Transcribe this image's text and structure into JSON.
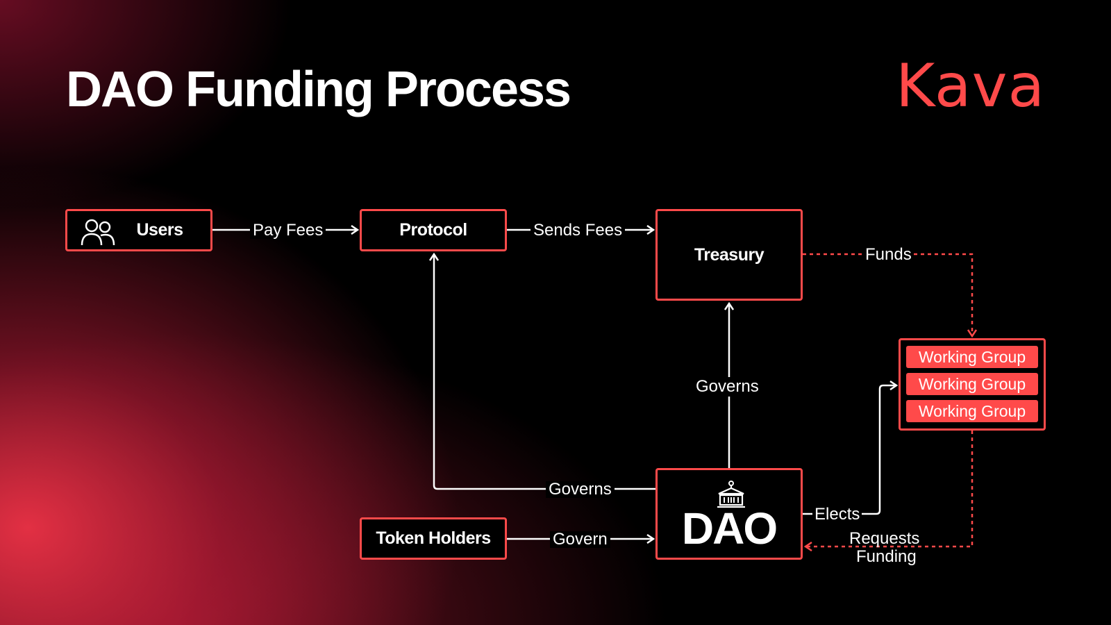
{
  "header": {
    "title": "DAO Funding Process",
    "logo_text": "Kava"
  },
  "colors": {
    "accent": "#ff4a4a",
    "background": "#000000",
    "text": "#ffffff"
  },
  "nodes": {
    "users": {
      "label": "Users",
      "icon": "users-icon"
    },
    "protocol": {
      "label": "Protocol"
    },
    "treasury": {
      "label": "Treasury"
    },
    "token_holders": {
      "label": "Token Holders"
    },
    "dao": {
      "label": "DAO",
      "icon": "building-icon"
    },
    "working_groups": [
      "Working Group",
      "Working Group",
      "Working Group"
    ]
  },
  "edges": {
    "pay_fees": "Pay Fees",
    "sends_fees": "Sends Fees",
    "funds": "Funds",
    "governs_treasury": "Governs",
    "governs_protocol": "Governs",
    "elects": "Elects",
    "govern": "Govern",
    "requests_funding_line1": "Requests",
    "requests_funding_line2": "Funding"
  }
}
